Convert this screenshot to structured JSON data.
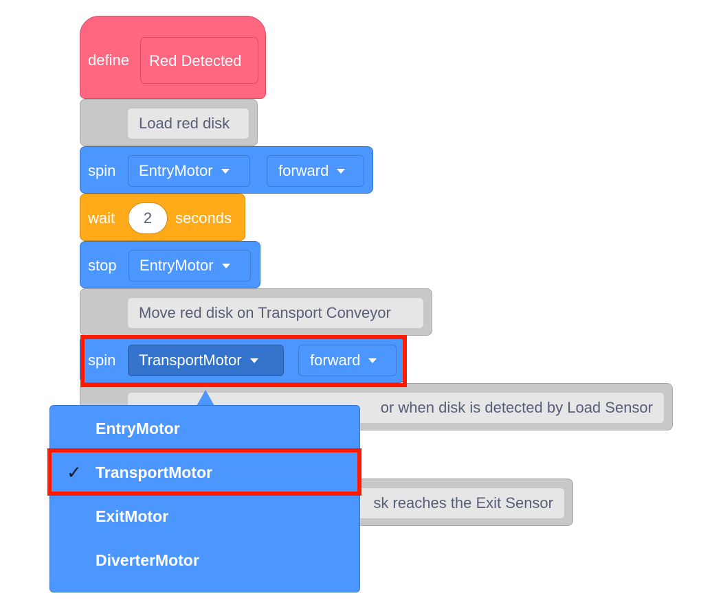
{
  "define_block": {
    "keyword": "define",
    "name": "Red Detected"
  },
  "comment_1": "Load red disk",
  "spin_1": {
    "keyword": "spin",
    "motor": "EntryMotor",
    "direction": "forward"
  },
  "wait": {
    "keyword": "wait",
    "value": "2",
    "unit": "seconds"
  },
  "stop": {
    "keyword": "stop",
    "motor": "EntryMotor"
  },
  "comment_2": "Move red disk on Transport Conveyor",
  "spin_2": {
    "keyword": "spin",
    "motor": "TransportMotor",
    "direction": "forward"
  },
  "comment_3_visible": "or when disk is detected by Load Sensor",
  "comment_4_visible": "sk reaches the Exit Sensor",
  "dropdown": {
    "selected": "TransportMotor",
    "check_glyph": "✓",
    "options": [
      "EntryMotor",
      "TransportMotor",
      "ExitMotor",
      "DiverterMotor"
    ]
  },
  "colors": {
    "define": "#ff6680",
    "motion": "#4c97ff",
    "control": "#ffab19",
    "comment": "#c8c8c8",
    "highlight": "#ff1a00"
  }
}
